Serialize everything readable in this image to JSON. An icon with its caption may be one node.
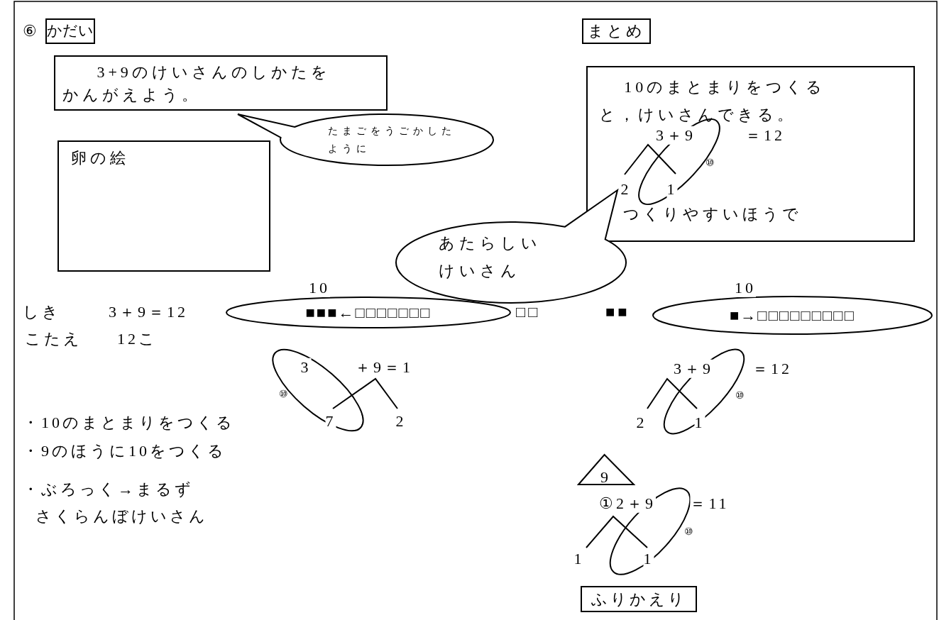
{
  "diagram": {
    "nodes": [
      {
        "text": [
          "かだい"
        ],
        "beside": [
          "⑥"
        ]
      },
      {
        "text": [
          "3+9のけいさんのしかたをかんがえよう。"
        ]
      },
      {
        "text": [
          "たまごをうごかしたように"
        ]
      },
      {
        "text": [
          "卵の絵"
        ]
      },
      {
        "text": [
          "まとめ"
        ]
      },
      {
        "text": [
          "10のまとまりをつくると，けいさんできる。",
          "つくりやすいほうで"
        ]
      },
      {
        "text": [
          "あたらしいけいさん"
        ]
      },
      {
        "text": [
          "■■■←□□□□□□□"
        ]
      },
      {
        "text": [
          "■→□□□□□□□□□"
        ]
      },
      {
        "text": [
          "9"
        ]
      },
      {
        "text": [
          "ふりかえり"
        ]
      }
    ],
    "labels": [
      "3＋9",
      "＝12",
      "⑩",
      "2",
      "1",
      "10",
      "10",
      "しき",
      "3＋9＝12",
      "□□",
      "■■",
      "こたえ",
      "12こ",
      "3",
      "＋9＝1",
      "3＋9",
      "＝12",
      "⑩",
      "⑩",
      "・10のまとまりをつくる",
      "7",
      "2",
      "2",
      "1",
      "・9のほうに10をつくる",
      "・ぶろっく→まるず",
      "①2＋9",
      "＝11",
      "⑩",
      "さくらんぼけいさん",
      "1",
      "1"
    ]
  }
}
